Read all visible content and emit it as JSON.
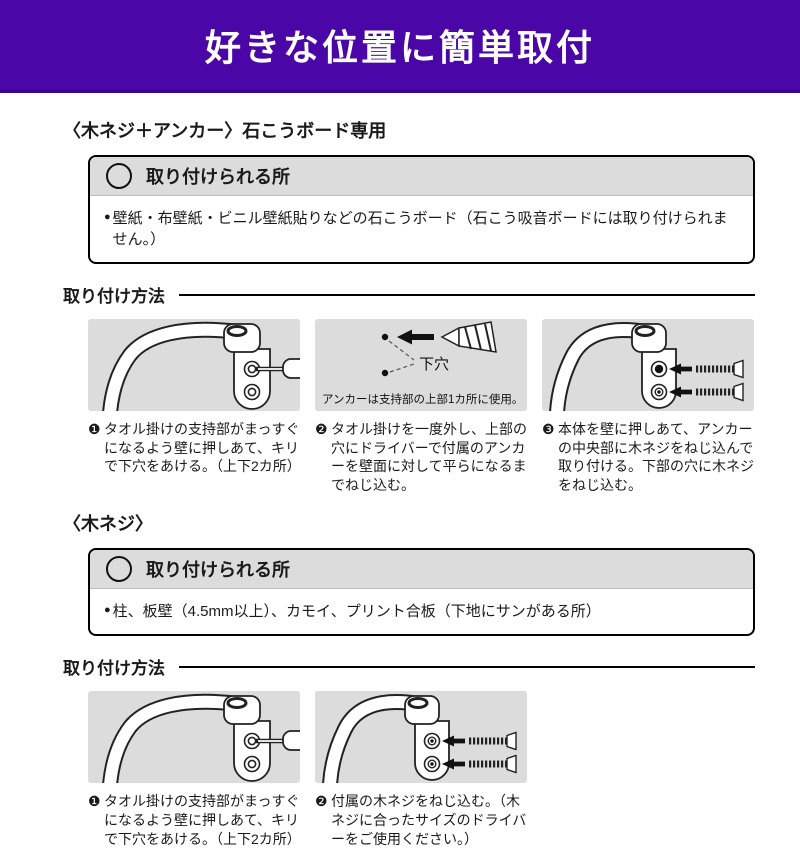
{
  "banner": {
    "title": "好きな位置に簡単取付"
  },
  "bullet_glyph": "●",
  "colors": {
    "banner_bg": "#4a06a6",
    "banner_text": "#ffffff",
    "panel_bg": "#dcdcdc",
    "box_header_bg": "#dcdcdc",
    "border": "#000000",
    "text": "#1a1a1a"
  },
  "section1": {
    "heading": "〈木ネジ＋アンカー〉石こうボード専用",
    "where_box": {
      "title": "取り付けられる所",
      "items": [
        "壁紙・布壁紙・ビニル壁紙貼りなどの石こうボード（石こう吸音ボードには取り付けられません。）"
      ]
    },
    "method": {
      "title": "取り付け方法",
      "steps": [
        {
          "num": "❶",
          "text": "タオル掛けの支持部がまっすぐになるよう壁に押しあて、キリで下穴をあける。（上下2カ所）"
        },
        {
          "num": "❷",
          "text": "タオル掛けを一度外し、上部の穴にドライバーで付属のアンカーを壁面に対して平らになるまでねじ込む。",
          "label": "下穴",
          "caption": "アンカーは支持部の上部1カ所に使用。"
        },
        {
          "num": "❸",
          "text": "本体を壁に押しあて、アンカーの中央部に木ネジをねじ込んで取り付ける。下部の穴に木ネジをねじ込む。"
        }
      ]
    }
  },
  "section2": {
    "heading": "〈木ネジ〉",
    "where_box": {
      "title": "取り付けられる所",
      "items": [
        "柱、板壁（4.5mm以上）、カモイ、プリント合板（下地にサンがある所）"
      ]
    },
    "method": {
      "title": "取り付け方法",
      "steps": [
        {
          "num": "❶",
          "text": "タオル掛けの支持部がまっすぐになるよう壁に押しあて、キリで下穴をあける。（上下2カ所）"
        },
        {
          "num": "❷",
          "text": "付属の木ネジをねじ込む。（木ネジに合ったサイズのドライバーをご使用ください。）"
        }
      ]
    }
  }
}
